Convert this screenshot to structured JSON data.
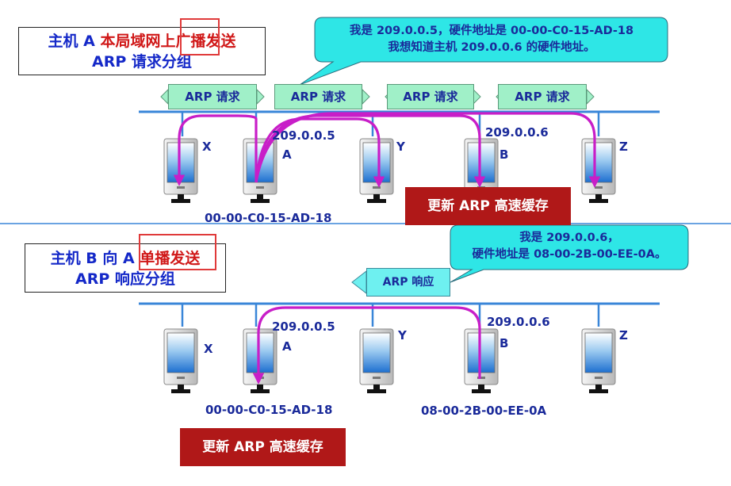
{
  "top": {
    "title_line1_prefix": "主机 A ",
    "title_line1_red": "本局域网上广播发送",
    "title_line2": "ARP 请求分组",
    "bubble_line1": "我是 209.0.0.5，硬件地址是 00-00-C0-15-AD-18",
    "bubble_line2": "我想知道主机 209.0.0.6 的硬件地址。",
    "tags": [
      "ARP 请求",
      "ARP 请求",
      "ARP 请求",
      "ARP 请求"
    ],
    "hosts": [
      "X",
      "A",
      "Y",
      "B",
      "Z"
    ],
    "ip_a": "209.0.0.5",
    "ip_b": "209.0.0.6",
    "mac_a": "00-00-C0-15-AD-18",
    "cache_label": "更新 ARP 高速缓存"
  },
  "bottom": {
    "title_line1_prefix": "主机 B 向 A ",
    "title_line1_red": "单播发送",
    "title_line2": "ARP 响应分组",
    "bubble_line1": "我是 209.0.0.6，",
    "bubble_line2": "硬件地址是 08-00-2B-00-EE-0A。",
    "tag": "ARP 响应",
    "hosts": [
      "X",
      "A",
      "Y",
      "B",
      "Z"
    ],
    "ip_a": "209.0.0.5",
    "ip_b": "209.0.0.6",
    "mac_a": "00-00-C0-15-AD-18",
    "mac_b": "08-00-2B-00-EE-0A",
    "cache_label": "更新 ARP 高速缓存"
  },
  "colors": {
    "bus": "#3a86d8",
    "arrow": "#c81ec8",
    "label": "#1a2a9a",
    "highlight": "#e03a3a",
    "cache_bg": "#b01818"
  },
  "icons": {
    "host": "computer-terminal-icon"
  }
}
